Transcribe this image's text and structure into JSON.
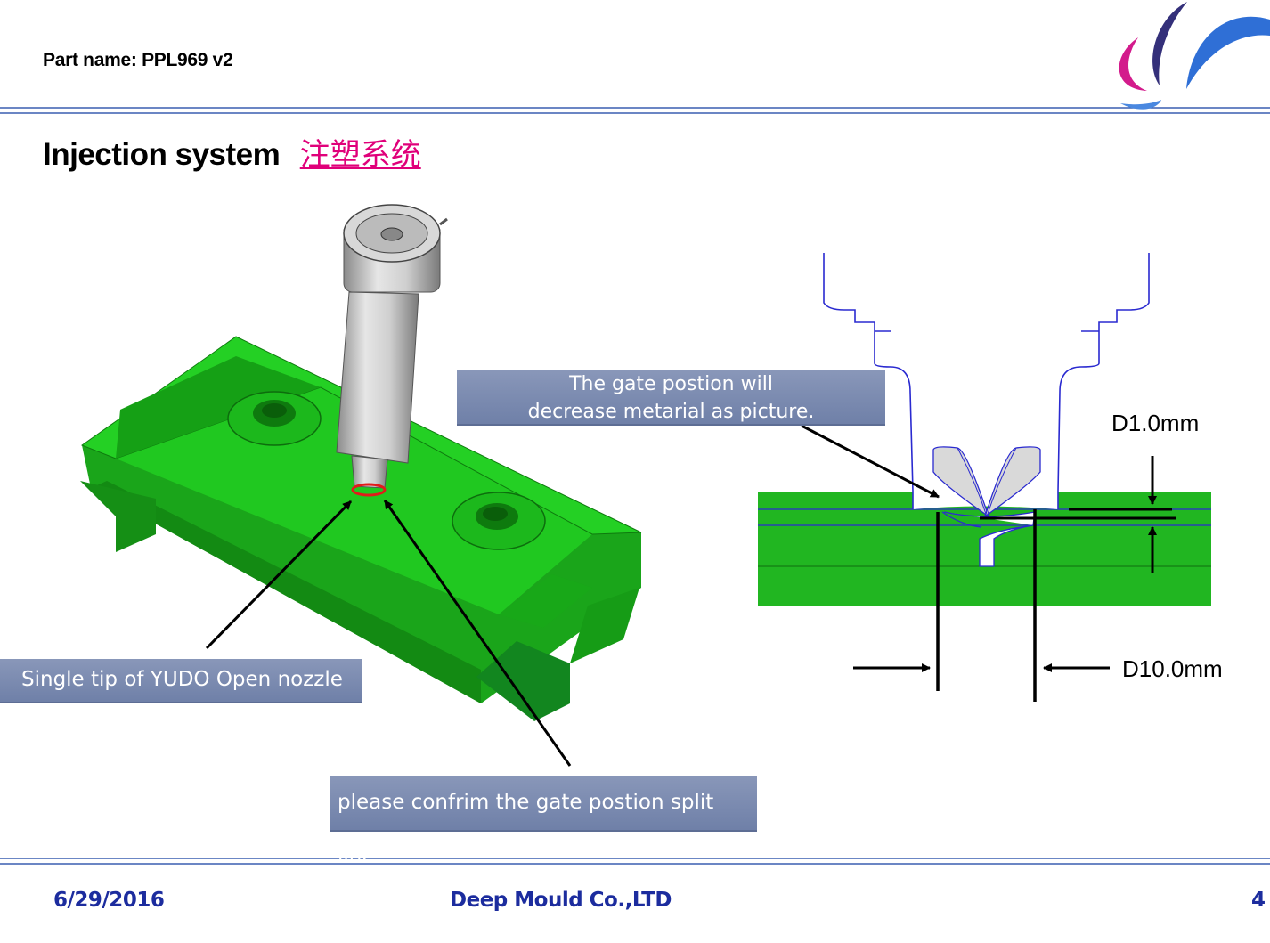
{
  "header": {
    "part_name": "Part name: PPL969 v2",
    "logo_icon": "swoosh-logo-icon",
    "colors": {
      "rule": "#3a5fb0",
      "logo_blue": "#2f6fd6",
      "logo_magenta": "#d31b8c",
      "logo_navy": "#34307a"
    }
  },
  "title": {
    "english": "Injection system",
    "chinese": "注塑系统",
    "chinese_color": "#e0007a"
  },
  "callouts": {
    "gate": [
      "The gate postion will",
      "decrease metarial as picture."
    ],
    "nozzle": "Single tip of YUDO Open nozzle",
    "split_line": "please confrim the gate postion split line"
  },
  "dimensions": {
    "d1": "D1.0mm",
    "d10": "D10.0mm"
  },
  "part_colors": {
    "green": "#1fc21f",
    "nozzle_grey": "#bdbdbd",
    "gate_ring": "#e21b1b",
    "section_line": "#2a2ad0"
  },
  "footer": {
    "date": "6/29/2016",
    "company": "Deep Mould Co.,LTD",
    "page": "4"
  }
}
